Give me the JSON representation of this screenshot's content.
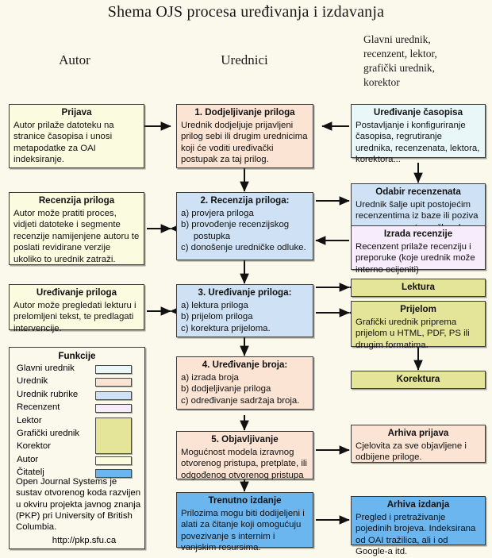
{
  "page": {
    "title": "Shema OJS procesa uređivanja i izdavanja",
    "background": "#fbf9ec"
  },
  "columns": [
    {
      "name": "author",
      "label": "Autor"
    },
    {
      "name": "editors",
      "label": "Urednici"
    },
    {
      "name": "others",
      "label": "Glavni urednik,\nrecenzent, lektor,\ngrafički urednik,\nkorektor"
    }
  ],
  "boxes": {
    "prijava": {
      "title": "Prijava",
      "body": "Autor prilaže datoteku na stranice časopisa i unosi metapodatke za OAI indeksiranje.",
      "color": "#fbfbe0"
    },
    "recenzija_priloga": {
      "title": "Recenzija priloga",
      "body": "Autor može pratiti proces, vidjeti datoteke i segmente recenzije namijenjene autoru te poslati revidirane verzije ukoliko to urednik zatraži.",
      "color": "#fbfbe0"
    },
    "uredjivanje_priloga_autor": {
      "title": "Uređivanje priloga",
      "body": "Autor može pregledati lekturu i prelomljeni tekst, te predlagati intervencije.",
      "color": "#fbfbe0"
    },
    "step1": {
      "title": "1. Dodjeljivanje priloga",
      "body": "Urednik dodjeljuje prijavljeni prilog sebi ili drugim urednicima koji će voditi uređivački postupak za taj prilog.",
      "color": "#fbe4d3"
    },
    "step2": {
      "title": "2. Recenzija priloga:",
      "items": [
        "a) provjera priloga",
        "b) provođenje recenzijskog",
        "     postupka",
        "c) donošenje uredničke odluke."
      ],
      "color": "#cfe2f5"
    },
    "step3": {
      "title": "3. Uređivanje priloga:",
      "items": [
        "a) lektura priloga",
        "b) prijelom priloga",
        "c) korektura prijeloma."
      ],
      "color": "#cfe2f5"
    },
    "step4": {
      "title": "4. Uređivanje broja:",
      "items": [
        "a) izrada broja",
        "b) dodjeljivanje priloga",
        "c) određivanje sadržaja broja."
      ],
      "color": "#fbe4d3"
    },
    "step5": {
      "title": "5. Objavljivanje",
      "body": "Mogućnost modela izravnog otvorenog pristupa, pretplate, ili odgođenog otvorenog pristupa",
      "color": "#fbe4d3"
    },
    "trenutno_izdanje": {
      "title": "Trenutno izdanje",
      "body": "Prilozima mogu biti dodijeljeni i alati za čitanje koji omogućuju povezivanje s internim i vanjskim resursima.",
      "color": "#6cb6f0"
    },
    "uredjivanje_casopisa": {
      "title": "Uređivanje časopisa",
      "body": "Postavljanje i konfiguriranje časopisa, regrutiranje urednika, recenzenata, lektora, korektora...",
      "color": "#e9f7f8"
    },
    "odabir_recenzenata": {
      "title": "Odabir recenzenata",
      "body": "Urednik šalje upit postojećim recenzentima iz baze ili poziva nove recenzente za članak.",
      "color": "#cfe2f5"
    },
    "izrada_recenzije": {
      "title": "Izrada recenzije",
      "body": "Recenzent prilaže recenziju i preporuke (koje urednik može interno ocijeniti)",
      "color": "#f6ecfb"
    },
    "lektura": {
      "title": "Lektura",
      "body": "",
      "color": "#e5e59a"
    },
    "prijelom": {
      "title": "Prijelom",
      "body": "Grafički urednik priprema prijelom u HTML, PDF, PS ili drugim formatima.",
      "color": "#e5e59a"
    },
    "korektura": {
      "title": "Korektura",
      "body": "",
      "color": "#e5e59a"
    },
    "arhiva_prijava": {
      "title": "Arhiva prijava",
      "body": "Cjelovita za sve objavljene i odbijene priloge.",
      "color": "#fbe4d3"
    },
    "arhiva_izdanja": {
      "title": "Arhiva izdanja",
      "body": "Pregled i pretraživanje pojedinih brojeva. Indeksirana od OAI tražilica, ali i od Google-a itd.",
      "color": "#6cb6f0"
    }
  },
  "legend": {
    "title": "Funkcije",
    "roles": [
      {
        "label": "Glavni urednik",
        "color": "#e9f7f8"
      },
      {
        "label": "Urednik",
        "color": "#fbe4d3"
      },
      {
        "label": "Urednik rubrike",
        "color": "#cfe2f5"
      },
      {
        "label": "Recenzent",
        "color": "#f6ecfb"
      },
      {
        "label": "Lektor",
        "color": "#e5e59a"
      },
      {
        "label": "Grafički urednik",
        "color": "#e5e59a"
      },
      {
        "label": "Korektor",
        "color": "#e5e59a"
      },
      {
        "label": "Autor",
        "color": "#fbfbe0"
      },
      {
        "label": "Čitatelj",
        "color": "#6cb6f0"
      }
    ],
    "note": "Open Journal Systems je sustav otvorenog koda razvijen u okviru projekta javnog znanja (PKP) pri University of British Columbia.",
    "url": "http://pkp.sfu.ca"
  }
}
